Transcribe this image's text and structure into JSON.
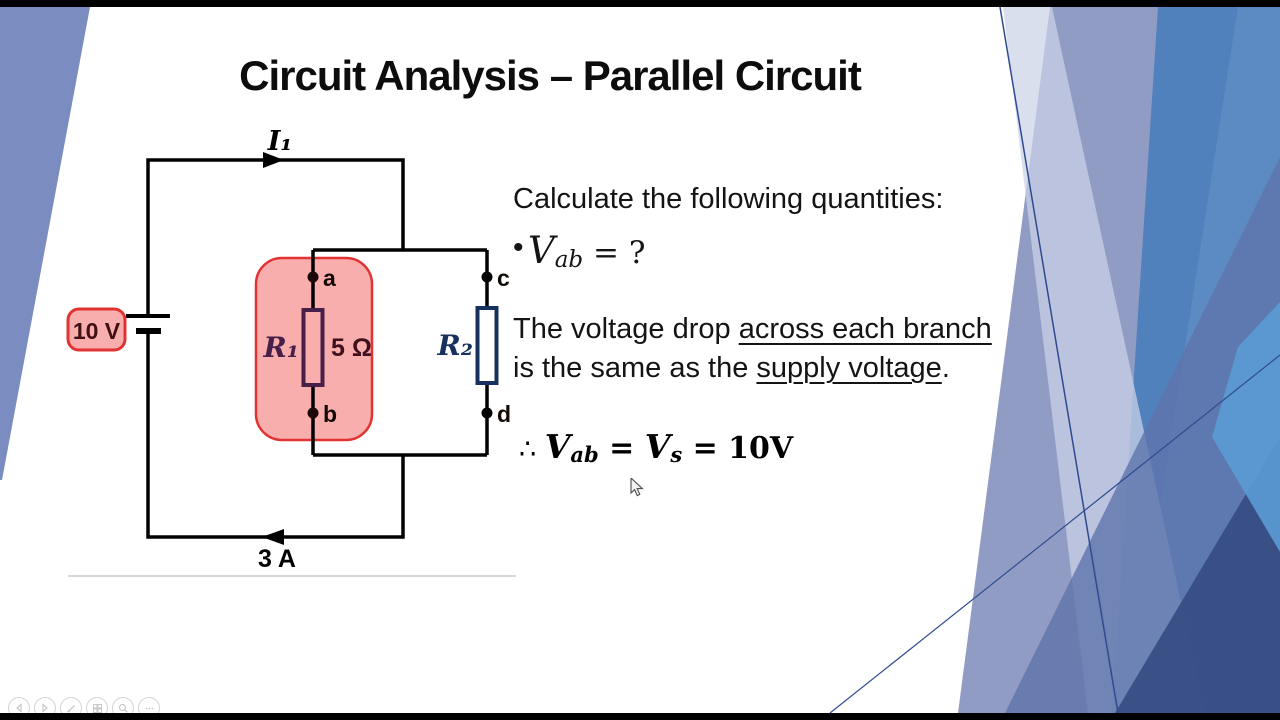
{
  "slide": {
    "title": "Circuit Analysis – Parallel Circuit",
    "content": {
      "prompt": "Calculate the following quantities:",
      "bullet_math": {
        "bullet": "•",
        "var": "V",
        "var_sub": "ab",
        "eq": " = ?"
      },
      "statement": {
        "line1_pre": "The voltage drop ",
        "line1_underlined": "across each branch",
        "line2_pre": "is the same as the ",
        "line2_underlined": "supply voltage",
        "line2_post": "."
      },
      "conclusion": {
        "therefore": "∴ ",
        "v1": "V",
        "v1_sub": "ab",
        "eq1": " = ",
        "v2": "V",
        "v2_sub": "s",
        "eq2": " = ",
        "result": "10V"
      }
    }
  },
  "diagram": {
    "labels": {
      "current_top": "I₁",
      "source_voltage": "10 V",
      "r1": "R₁",
      "r1_value": "5 Ω",
      "r2": "R₂",
      "node_a": "a",
      "node_b": "b",
      "node_c": "c",
      "node_d": "d",
      "current_bottom": "3 A"
    },
    "colors": {
      "wire": "#000000",
      "highlight_fill": "#f9aeae",
      "highlight_border": "#e23333",
      "r1_accent": "#47204a",
      "r2_accent": "#17315e",
      "value_text": "#40101c",
      "badge_text": "#401015"
    }
  },
  "background_colors": {
    "left_wedge": "#7b8cc1",
    "slate_band": "#8b97c1",
    "steel_blue": "#4a7ebc",
    "lavender": "#ccd3e8",
    "navy": "#31497f",
    "cyan_accent": "#5b9bd5",
    "thin_line": "#2f4a8f"
  },
  "toolbar": {
    "icons": [
      {
        "name": "previous"
      },
      {
        "name": "next"
      },
      {
        "name": "pen"
      },
      {
        "name": "see-all-slides"
      },
      {
        "name": "zoom"
      },
      {
        "name": "more-options"
      }
    ]
  }
}
